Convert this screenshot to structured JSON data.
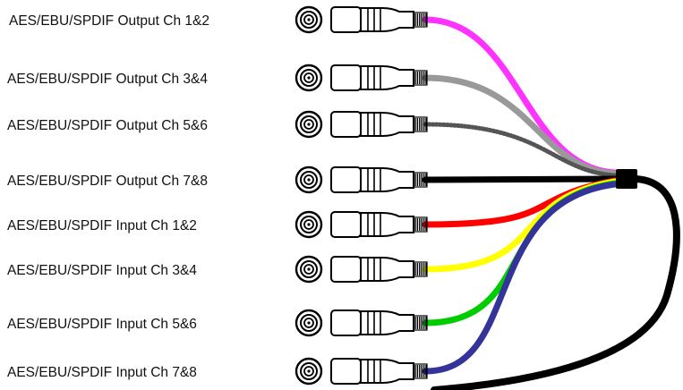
{
  "colors": {
    "background": "#ffffff",
    "outline": "#000000",
    "breakout_block": "#000000",
    "trunk_cable": "#000000"
  },
  "channels": [
    {
      "label": "AES/EBU/SPDIF Output Ch 1&2",
      "cable_color": "#ff33ff",
      "cable_style": "solid"
    },
    {
      "label": "AES/EBU/SPDIF Output Ch 3&4",
      "cable_color": "#999999",
      "cable_style": "solid"
    },
    {
      "label": "AES/EBU/SPDIF Output Ch 5&6",
      "cable_color": "#555555",
      "cable_style": "dotted"
    },
    {
      "label": "AES/EBU/SPDIF Output Ch 7&8",
      "cable_color": "#000000",
      "cable_style": "solid"
    },
    {
      "label": "AES/EBU/SPDIF Input Ch 1&2",
      "cable_color": "#ff0000",
      "cable_style": "solid"
    },
    {
      "label": "AES/EBU/SPDIF Input Ch 3&4",
      "cable_color": "#ffff00",
      "cable_style": "solid"
    },
    {
      "label": "AES/EBU/SPDIF Input Ch 5&6",
      "cable_color": "#00cc00",
      "cable_style": "solid"
    },
    {
      "label": "AES/EBU/SPDIF Input Ch 7&8",
      "cable_color": "#333399",
      "cable_style": "solid"
    }
  ]
}
